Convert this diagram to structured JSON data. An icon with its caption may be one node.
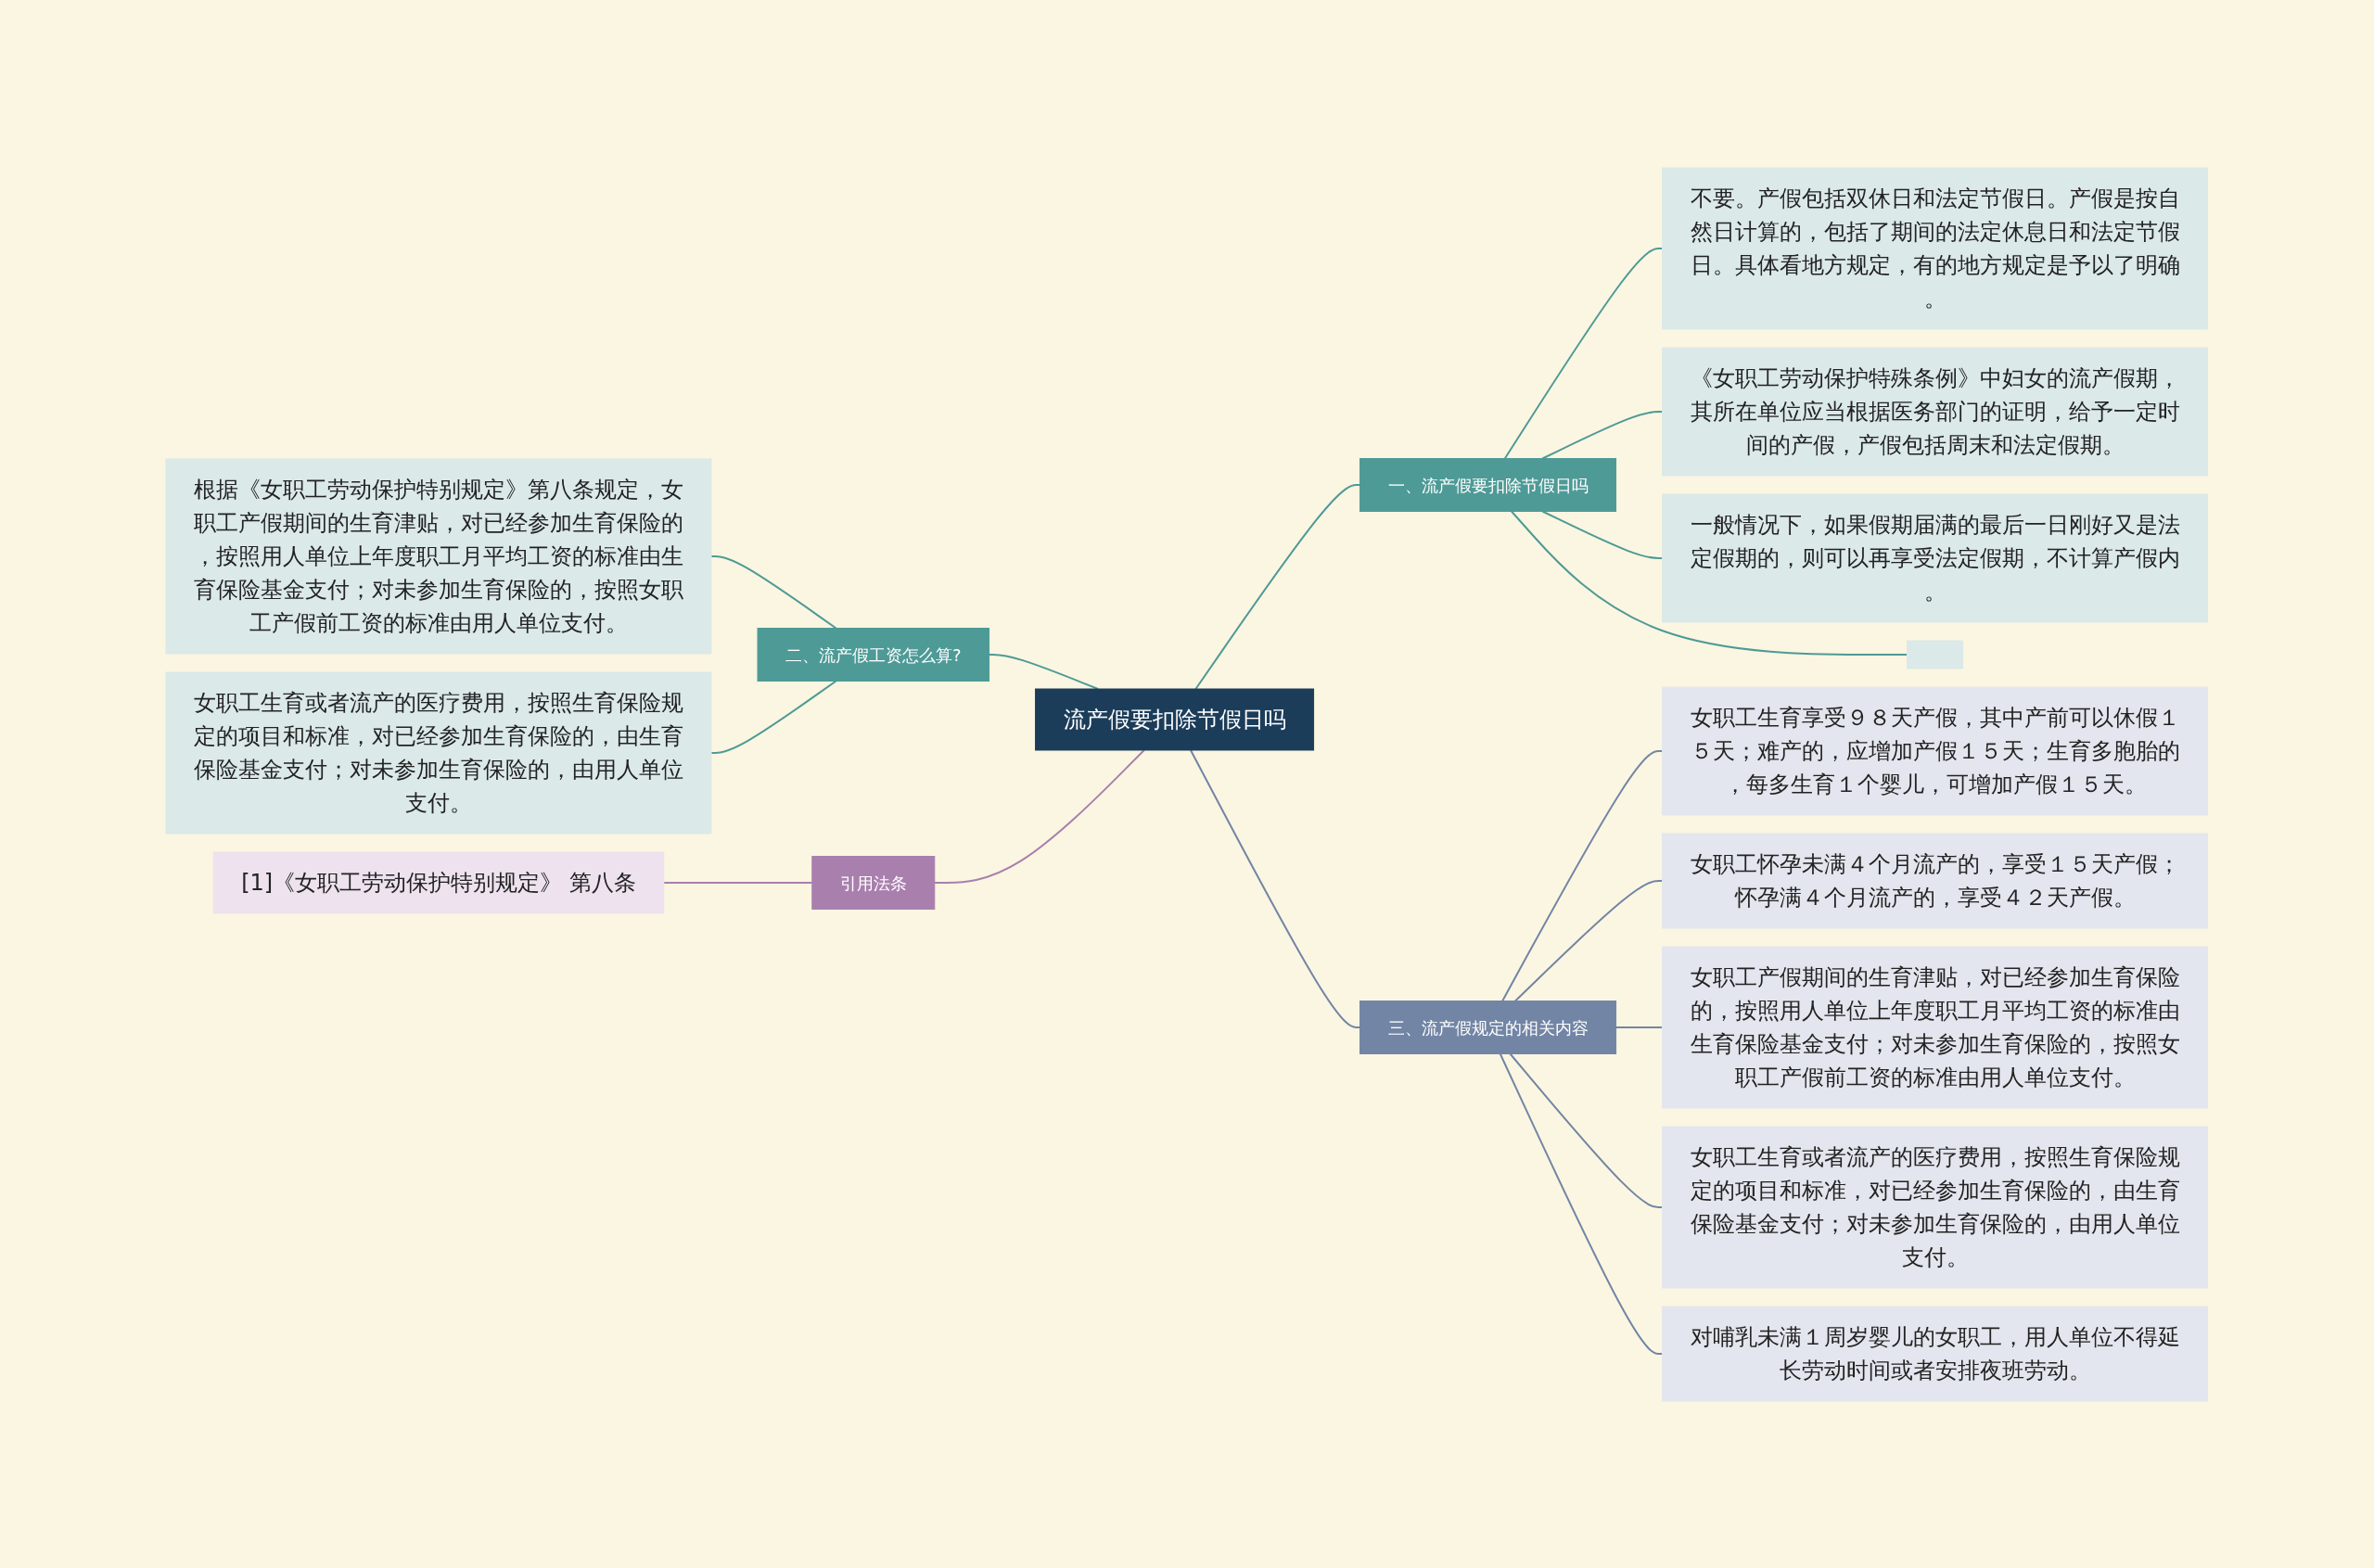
{
  "diagram": {
    "nodes": [
      {
        "text": [
          "流产假要扣除节假日吗"
        ]
      },
      {
        "text": [
          "一、流产假要扣除节假日吗"
        ]
      },
      {
        "text": [
          "不要。产假包括双休日和法定节假日。产假是按自然日计算的，包括了期间的法定休息日和法定节假日。具体看地方规定，有的地方规定是予以了明确。"
        ]
      },
      {
        "text": [
          "《女职工劳动保护特殊条例》中妇女的流产假期，其所在单位应当根据医务部门的证明，给予一定时间的产假，产假包括周末和法定假期。"
        ]
      },
      {
        "text": [
          "一般情况下，如果假期届满的最后一日刚好又是法定假期的，则可以再享受法定假期，不计算产假内。"
        ]
      },
      {
        "text": [],
        "shape": "box"
      },
      {
        "text": [
          "二、流产假工资怎么算?"
        ]
      },
      {
        "text": [
          "根据《女职工劳动保护特别规定》第八条规定，女职工产假期间的生育津贴，对已经参加生育保险的，按照用人单位上年度职工月平均工资的标准由生育保险基金支付；对未参加生育保险的，按照女职工产假前工资的标准由用人单位支付。"
        ]
      },
      {
        "text": [
          "女职工生育或者流产的医疗费用，按照生育保险规定的项目和标准，对已经参加生育保险的，由生育保险基金支付；对未参加生育保险的，由用人单位支付。"
        ]
      },
      {
        "text": [
          "三、流产假规定的相关内容"
        ]
      },
      {
        "text": [
          "女职工生育享受９８天产假，其中产前可以休假１５天；难产的，应增加产假１５天；生育多胞胎的，每多生育１个婴儿，可增加产假１５天。"
        ]
      },
      {
        "text": [
          "女职工怀孕未满４个月流产的，享受１５天产假；怀孕满４个月流产的，享受４２天产假。"
        ]
      },
      {
        "text": [
          "女职工产假期间的生育津贴，对已经参加生育保险的，按照用人单位上年度职工月平均工资的标准由生育保险基金支付；对未参加生育保险的，按照女职工产假前工资的标准由用人单位支付。"
        ]
      },
      {
        "text": [
          "女职工生育或者流产的医疗费用，按照生育保险规定的项目和标准，对已经参加生育保险的，由生育保险基金支付；对未参加生育保险的，由用人单位支付。"
        ]
      },
      {
        "text": [
          "对哺乳未满１周岁婴儿的女职工，用人单位不得延长劳动时间或者安排夜班劳动。"
        ]
      },
      {
        "text": [
          "引用法条"
        ]
      },
      {
        "text": [
          "[1]《女职工劳动保护特别规定》 第八条"
        ]
      }
    ],
    "edges": [
      {
        "from": 0,
        "to": 1,
        "arrow": "none"
      },
      {
        "from": 1,
        "to": 2,
        "arrow": "none"
      },
      {
        "from": 1,
        "to": 3,
        "arrow": "none"
      },
      {
        "from": 1,
        "to": 4,
        "arrow": "none"
      },
      {
        "from": 1,
        "to": 5,
        "arrow": "none"
      },
      {
        "from": 0,
        "to": 6,
        "arrow": "none"
      },
      {
        "from": 6,
        "to": 7,
        "arrow": "none"
      },
      {
        "from": 6,
        "to": 8,
        "arrow": "none"
      },
      {
        "from": 0,
        "to": 9,
        "arrow": "none",
        "color": "#7285a5"
      },
      {
        "from": 9,
        "to": 10,
        "arrow": "none",
        "color": "#7285a5"
      },
      {
        "from": 9,
        "to": 11,
        "arrow": "none",
        "color": "#7285a5"
      },
      {
        "from": 9,
        "to": 12,
        "arrow": "none",
        "color": "#7285a5"
      },
      {
        "from": 9,
        "to": 13,
        "arrow": "none",
        "color": "#7285a5"
      },
      {
        "from": 9,
        "to": 14,
        "arrow": "none",
        "color": "#7285a5"
      },
      {
        "from": 0,
        "to": 15,
        "arrow": "none",
        "color": "#a97fae"
      },
      {
        "from": 15,
        "to": 16,
        "arrow": "none",
        "color": "#a97fae"
      }
    ]
  }
}
